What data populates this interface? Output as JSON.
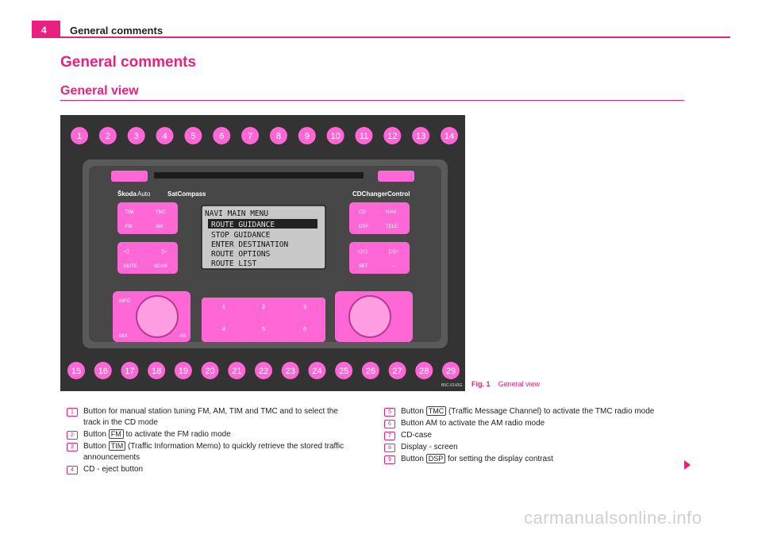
{
  "header": {
    "page_number": "4",
    "title": "General comments"
  },
  "heading": "General comments",
  "subheading": "General view",
  "figure": {
    "brand": "Škoda",
    "brand_suffix": "Auto",
    "product": "SatCompass",
    "changer": "CDChangerControl",
    "display_lines": [
      "NAVI MAIN MENU",
      "ROUTE GUIDANCE",
      "STOP GUIDANCE",
      "ENTER DESTINATION",
      "ROUTE OPTIONS",
      "ROUTE LIST"
    ],
    "buttons": {
      "tim": "TIM",
      "tmc": "TMC",
      "fm": "FM",
      "am": "AM",
      "mute": "MUTE",
      "scan": "SCAN",
      "cd": "CD",
      "navi": "NAVI",
      "dsp": "DSP",
      "tele": "TELE",
      "set": "SET",
      "info": "INFO",
      "mix": "MIX",
      "as": "AS"
    },
    "presets": [
      "1",
      "2",
      "3",
      "4",
      "5",
      "6"
    ],
    "top_callouts": [
      "1",
      "2",
      "3",
      "4",
      "5",
      "6",
      "7",
      "8",
      "9",
      "10",
      "11",
      "12",
      "13",
      "14"
    ],
    "bottom_callouts": [
      "15",
      "16",
      "17",
      "18",
      "19",
      "20",
      "21",
      "22",
      "23",
      "24",
      "25",
      "26",
      "27",
      "28",
      "29"
    ],
    "code": "B5C-0142G",
    "caption_label": "Fig. 1",
    "caption_text": "General view"
  },
  "items_left": [
    {
      "num": "1",
      "pre": "Button for manual station tuning FM, AM, TIM and TMC and to select the track in the CD mode",
      "key": "",
      "post": ""
    },
    {
      "num": "2",
      "pre": "Button ",
      "key": "FM",
      "post": " to activate the FM radio mode"
    },
    {
      "num": "3",
      "pre": "Button ",
      "key": "TIM",
      "post": " (Traffic Information Memo) to quickly retrieve the stored traffic announcements"
    },
    {
      "num": "4",
      "pre": "CD - eject button",
      "key": "",
      "post": ""
    }
  ],
  "items_right": [
    {
      "num": "5",
      "pre": "Button ",
      "key": "TMC",
      "post": " (Traffic Message Channel) to activate the TMC radio mode"
    },
    {
      "num": "6",
      "pre": "Button AM to activate the AM radio mode",
      "key": "",
      "post": ""
    },
    {
      "num": "7",
      "pre": "CD-case",
      "key": "",
      "post": ""
    },
    {
      "num": "8",
      "pre": "Display - screen",
      "key": "",
      "post": ""
    },
    {
      "num": "9",
      "pre": "Button ",
      "key": "DSP",
      "post": " for setting the display contrast"
    }
  ],
  "watermark": "carmanualsonline.info",
  "colors": {
    "accent": "#e9207f",
    "panel": "#3a3a3a",
    "button": "#ff66d6",
    "display": "#c8c8c8"
  }
}
